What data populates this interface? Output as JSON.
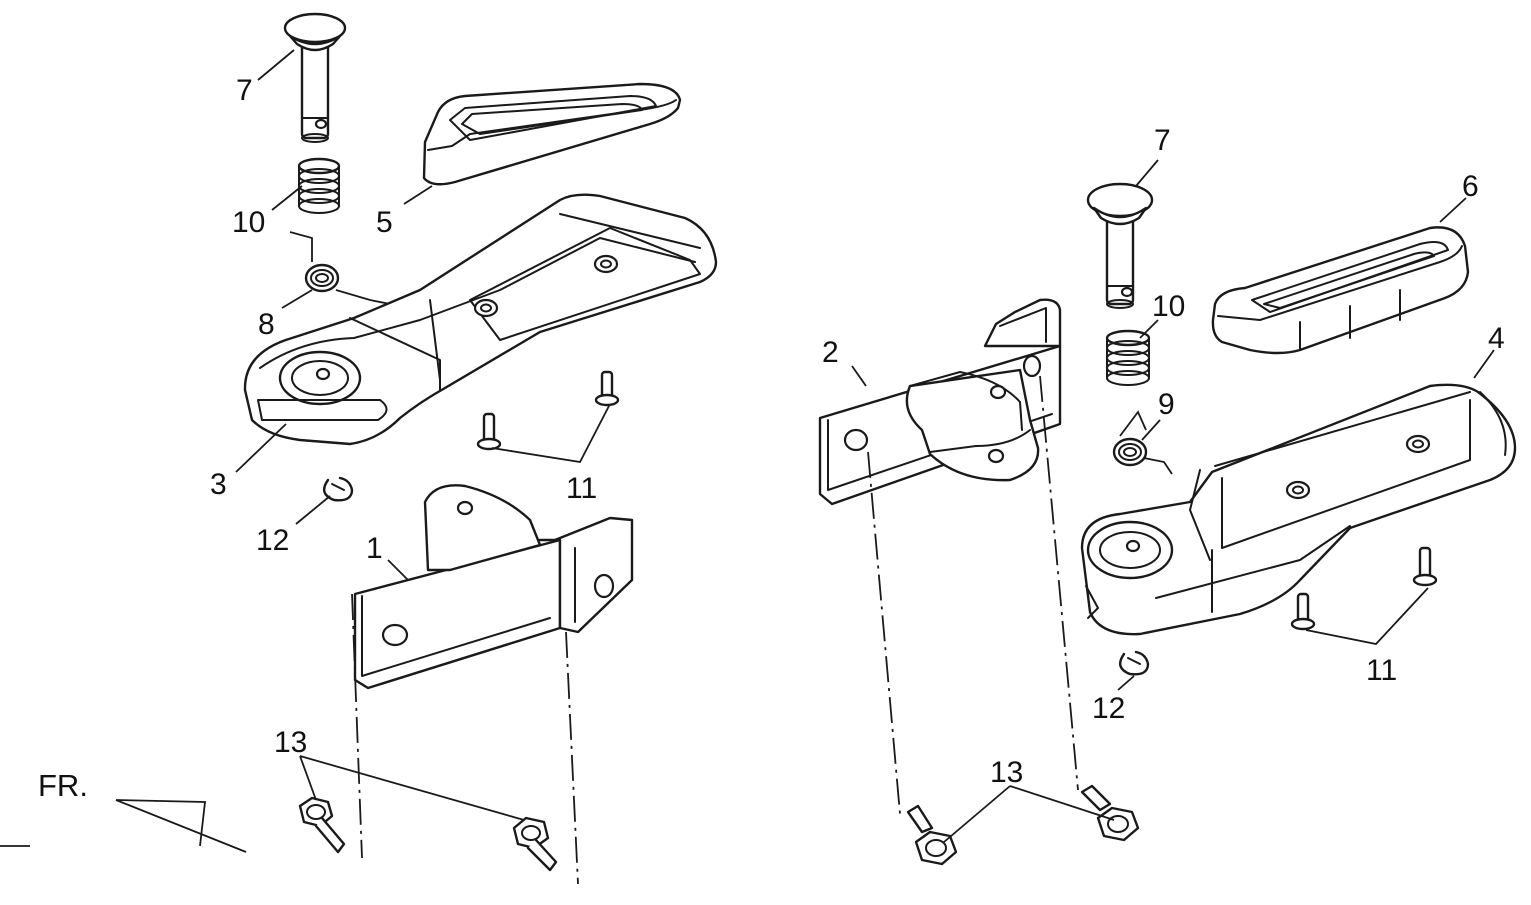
{
  "callouts": {
    "left": {
      "pin": "7",
      "spring": "10",
      "pad": "5",
      "torsion_spring": "8",
      "footrest": "3",
      "screws": "11",
      "clip": "12",
      "bracket": "1",
      "bolts": "13"
    },
    "right": {
      "pin": "7",
      "pad": "6",
      "spring": "10",
      "bracket": "2",
      "footrest": "4",
      "torsion_spring": "9",
      "screws": "11",
      "clip": "12",
      "bolts": "13"
    }
  },
  "direction": {
    "label": "FR."
  }
}
